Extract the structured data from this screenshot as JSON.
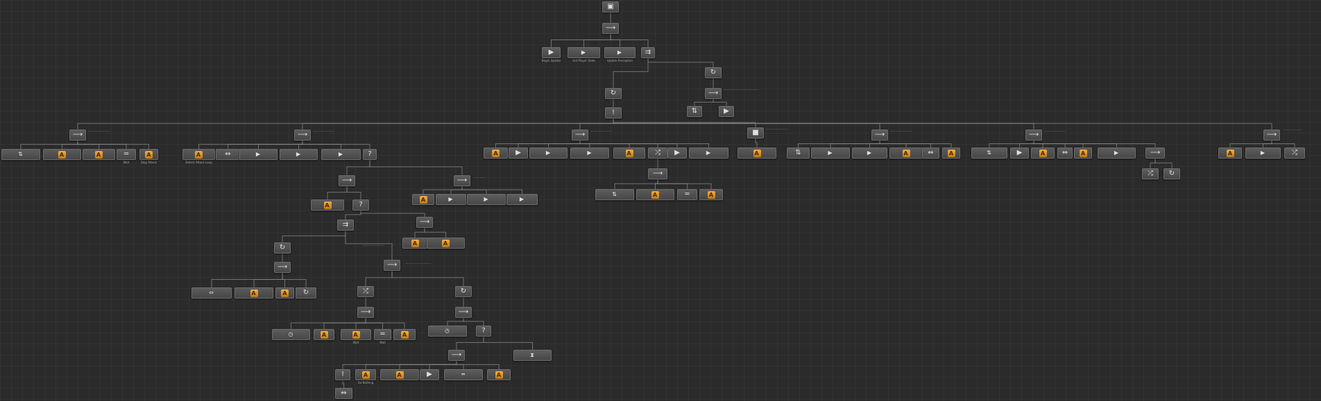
{
  "colors": {
    "background": "#2b2b2b",
    "node": "#555555",
    "wire": "#8a8a8a",
    "action_accent": "#e8a030"
  },
  "nodes": [
    {
      "id": "root",
      "icon": "square-icon",
      "glyph": "▣",
      "label": "",
      "interactable": true
    },
    {
      "id": "seq_top",
      "icon": "sequence-icon",
      "glyph": "⟶",
      "label": ""
    },
    {
      "id": "t1",
      "icon": "play-icon",
      "glyph": "▶",
      "label": "Begin Update"
    },
    {
      "id": "t2",
      "icon": "play-icon",
      "glyph": "▶",
      "label": "Get Player State"
    },
    {
      "id": "t3",
      "icon": "play-icon",
      "glyph": "▶",
      "label": "Update Perception"
    },
    {
      "id": "t4",
      "icon": "parallel-icon",
      "glyph": "⇉",
      "label": ""
    },
    {
      "id": "sel_r",
      "icon": "repeat-icon",
      "glyph": "↻",
      "label": ""
    },
    {
      "id": "rep",
      "icon": "repeat-icon",
      "glyph": "↻",
      "label": ""
    },
    {
      "id": "inv",
      "icon": "inverter-icon",
      "glyph": "!",
      "label": ""
    },
    {
      "id": "seq_r",
      "icon": "sequence-icon",
      "glyph": "⟶",
      "label": ""
    },
    {
      "id": "act_r1",
      "icon": "branch-icon",
      "glyph": "⇅",
      "label": ""
    },
    {
      "id": "act_r2",
      "icon": "play-icon",
      "glyph": "▶",
      "label": ""
    },
    {
      "id": "sel_main",
      "icon": "selector-icon",
      "glyph": "?",
      "label": ""
    },
    {
      "id": "b1",
      "icon": "sequence-icon",
      "glyph": "⟶",
      "label": ""
    },
    {
      "id": "b2",
      "icon": "sequence-icon",
      "glyph": "⟶",
      "label": ""
    },
    {
      "id": "b3",
      "icon": "sequence-icon",
      "glyph": "⟶",
      "label": ""
    },
    {
      "id": "b4",
      "icon": "stop-icon",
      "glyph": "■",
      "label": ""
    },
    {
      "id": "b5",
      "icon": "sequence-icon",
      "glyph": "⟶",
      "label": ""
    },
    {
      "id": "b6",
      "icon": "sequence-icon",
      "glyph": "⟶",
      "label": ""
    },
    {
      "id": "b7",
      "icon": "sequence-icon",
      "glyph": "⟶",
      "label": ""
    },
    {
      "id": "n1a",
      "icon": "branch-icon",
      "glyph": "⇅",
      "label": ""
    },
    {
      "id": "n1b",
      "icon": "action-icon",
      "glyph": "A",
      "label": ""
    },
    {
      "id": "n1c",
      "icon": "action-icon",
      "glyph": "A",
      "label": ""
    },
    {
      "id": "n1d",
      "icon": "wait-icon",
      "glyph": "═",
      "label": "Wait"
    },
    {
      "id": "n1e",
      "icon": "action-icon",
      "glyph": "A",
      "label": "Stop Attack"
    },
    {
      "id": "n2a",
      "icon": "action-icon",
      "glyph": "A",
      "label": "Detect Attack Loop"
    },
    {
      "id": "n2b",
      "icon": "compare-icon",
      "glyph": "⇔",
      "label": ""
    },
    {
      "id": "n2c",
      "icon": "play-icon",
      "glyph": "▶",
      "label": ""
    },
    {
      "id": "n2d",
      "icon": "play-icon",
      "glyph": "▶",
      "label": ""
    },
    {
      "id": "n2e",
      "icon": "play-icon",
      "glyph": "▶",
      "label": ""
    },
    {
      "id": "n2f",
      "icon": "selector-icon",
      "glyph": "?",
      "label": ""
    },
    {
      "id": "n3a",
      "icon": "action-icon",
      "glyph": "A",
      "label": ""
    },
    {
      "id": "n3b",
      "icon": "play-icon",
      "glyph": "▶",
      "label": ""
    },
    {
      "id": "n3c",
      "icon": "play-icon",
      "glyph": "▶",
      "label": ""
    },
    {
      "id": "n3d",
      "icon": "play-icon",
      "glyph": "▶",
      "label": ""
    },
    {
      "id": "n3e",
      "icon": "action-icon",
      "glyph": "A",
      "label": ""
    },
    {
      "id": "n3f",
      "icon": "random-icon",
      "glyph": "⤮",
      "label": ""
    },
    {
      "id": "n3g",
      "icon": "play-icon",
      "glyph": "▶",
      "label": ""
    },
    {
      "id": "n3h",
      "icon": "play-icon",
      "glyph": "▶",
      "label": ""
    },
    {
      "id": "n4a",
      "icon": "action-icon",
      "glyph": "A",
      "label": ""
    },
    {
      "id": "n5a",
      "icon": "branch-icon",
      "glyph": "⇅",
      "label": ""
    },
    {
      "id": "n5b",
      "icon": "play-icon",
      "glyph": "▶",
      "label": ""
    },
    {
      "id": "n5c",
      "icon": "play-icon",
      "glyph": "▶",
      "label": ""
    },
    {
      "id": "n5d",
      "icon": "action-icon",
      "glyph": "A",
      "label": ""
    },
    {
      "id": "n5e",
      "icon": "compare-icon",
      "glyph": "⇔",
      "label": ""
    },
    {
      "id": "n5f",
      "icon": "action-icon",
      "glyph": "A",
      "label": ""
    },
    {
      "id": "n6a",
      "icon": "branch-icon",
      "glyph": "⇅",
      "label": ""
    },
    {
      "id": "n6b",
      "icon": "play-icon",
      "glyph": "▶",
      "label": ""
    },
    {
      "id": "n6c",
      "icon": "action-icon",
      "glyph": "A",
      "label": ""
    },
    {
      "id": "n6d",
      "icon": "compare-icon",
      "glyph": "⇔",
      "label": ""
    },
    {
      "id": "n6e",
      "icon": "action-icon",
      "glyph": "A",
      "label": ""
    },
    {
      "id": "n6f",
      "icon": "play-icon",
      "glyph": "▶",
      "label": ""
    },
    {
      "id": "n6g",
      "icon": "sequence-icon",
      "glyph": "⟶",
      "label": ""
    },
    {
      "id": "n7a",
      "icon": "action-icon",
      "glyph": "A",
      "label": ""
    },
    {
      "id": "n7b",
      "icon": "play-icon",
      "glyph": "▶",
      "label": ""
    },
    {
      "id": "n7c",
      "icon": "random-icon",
      "glyph": "⤮",
      "label": ""
    },
    {
      "id": "s3a",
      "icon": "branch-icon",
      "glyph": "⇅",
      "label": ""
    },
    {
      "id": "s3b",
      "icon": "action-icon",
      "glyph": "A",
      "label": ""
    },
    {
      "id": "s3c",
      "icon": "wait-icon",
      "glyph": "═",
      "label": ""
    },
    {
      "id": "s3d",
      "icon": "action-icon",
      "glyph": "A",
      "label": ""
    },
    {
      "id": "s3seq",
      "icon": "sequence-icon",
      "glyph": "⟶",
      "label": ""
    },
    {
      "id": "s6a",
      "icon": "random-icon",
      "glyph": "⤮",
      "label": ""
    },
    {
      "id": "s6b",
      "icon": "repeat-icon",
      "glyph": "↻",
      "label": ""
    },
    {
      "id": "c1",
      "icon": "sequence-icon",
      "glyph": "⟶",
      "label": ""
    },
    {
      "id": "c2",
      "icon": "sequence-icon",
      "glyph": "⟶",
      "label": ""
    },
    {
      "id": "c1a",
      "icon": "action-icon",
      "glyph": "A",
      "label": ""
    },
    {
      "id": "c1b",
      "icon": "selector-icon",
      "glyph": "?",
      "label": ""
    },
    {
      "id": "c2a",
      "icon": "action-icon",
      "glyph": "A",
      "label": ""
    },
    {
      "id": "c2b",
      "icon": "play-icon",
      "glyph": "▶",
      "label": ""
    },
    {
      "id": "c2c",
      "icon": "play-icon",
      "glyph": "▶",
      "label": ""
    },
    {
      "id": "c2d",
      "icon": "play-icon",
      "glyph": "▶",
      "label": ""
    },
    {
      "id": "d1",
      "icon": "parallel-icon",
      "glyph": "⇉",
      "label": ""
    },
    {
      "id": "d2",
      "icon": "sequence-icon",
      "glyph": "⟶",
      "label": ""
    },
    {
      "id": "d2a",
      "icon": "action-icon",
      "glyph": "A",
      "label": ""
    },
    {
      "id": "d2b",
      "icon": "action-icon",
      "glyph": "A",
      "label": ""
    },
    {
      "id": "e1",
      "icon": "repeat-icon",
      "glyph": "↻",
      "label": ""
    },
    {
      "id": "e1s",
      "icon": "sequence-icon",
      "glyph": "⟶",
      "label": ""
    },
    {
      "id": "e2",
      "icon": "sequence-icon",
      "glyph": "⟶",
      "label": ""
    },
    {
      "id": "e1a",
      "icon": "compare-icon",
      "glyph": "⇔",
      "label": ""
    },
    {
      "id": "e1b",
      "icon": "action-icon",
      "glyph": "A",
      "label": ""
    },
    {
      "id": "e1c",
      "icon": "action-icon",
      "glyph": "A",
      "label": ""
    },
    {
      "id": "e1d",
      "icon": "repeat-icon",
      "glyph": "↻",
      "label": ""
    },
    {
      "id": "f1",
      "icon": "random-icon",
      "glyph": "⤮",
      "label": ""
    },
    {
      "id": "f1s",
      "icon": "sequence-icon",
      "glyph": "⟶",
      "label": ""
    },
    {
      "id": "f2",
      "icon": "repeat-icon",
      "glyph": "↻",
      "label": ""
    },
    {
      "id": "f2s",
      "icon": "sequence-icon",
      "glyph": "⟶",
      "label": ""
    },
    {
      "id": "f1a",
      "icon": "timer-icon",
      "glyph": "◷",
      "label": ""
    },
    {
      "id": "f1b",
      "icon": "action-icon",
      "glyph": "A",
      "label": ""
    },
    {
      "id": "f1c",
      "icon": "action-icon",
      "glyph": "A",
      "label": "Wait"
    },
    {
      "id": "f1d",
      "icon": "wait-icon",
      "glyph": "═",
      "label": "Wait"
    },
    {
      "id": "f1e",
      "icon": "action-icon",
      "glyph": "A",
      "label": ""
    },
    {
      "id": "g1",
      "icon": "timer-icon",
      "glyph": "◷",
      "label": ""
    },
    {
      "id": "g2",
      "icon": "selector-icon",
      "glyph": "?",
      "label": ""
    },
    {
      "id": "g2s",
      "icon": "sequence-icon",
      "glyph": "⟶",
      "label": ""
    },
    {
      "id": "g3",
      "icon": "hourglass-icon",
      "glyph": "⧗",
      "label": ""
    },
    {
      "id": "h1",
      "icon": "inverter-icon",
      "glyph": "!",
      "label": ""
    },
    {
      "id": "h1a",
      "icon": "compare-icon",
      "glyph": "⇔",
      "label": ""
    },
    {
      "id": "h2",
      "icon": "action-icon",
      "glyph": "A",
      "label": "Do Nothing"
    },
    {
      "id": "h3",
      "icon": "action-icon",
      "glyph": "A",
      "label": ""
    },
    {
      "id": "h4",
      "icon": "play-icon",
      "glyph": "▶",
      "label": ""
    },
    {
      "id": "h5",
      "icon": "wait-icon",
      "glyph": "═",
      "label": ""
    },
    {
      "id": "h6",
      "icon": "action-icon",
      "glyph": "A",
      "label": ""
    }
  ],
  "edges": [
    [
      "root",
      "seq_top"
    ],
    [
      "seq_top",
      "t1"
    ],
    [
      "seq_top",
      "t2"
    ],
    [
      "seq_top",
      "t3"
    ],
    [
      "seq_top",
      "t4"
    ],
    [
      "t4",
      "sel_r"
    ],
    [
      "t4",
      "rep"
    ],
    [
      "sel_r",
      "seq_r"
    ],
    [
      "seq_r",
      "act_r1"
    ],
    [
      "seq_r",
      "act_r2"
    ],
    [
      "rep",
      "inv"
    ],
    [
      "inv",
      "b1"
    ],
    [
      "inv",
      "b2"
    ],
    [
      "inv",
      "b3"
    ],
    [
      "inv",
      "b4"
    ],
    [
      "inv",
      "b5"
    ],
    [
      "inv",
      "b6"
    ],
    [
      "inv",
      "b7"
    ],
    [
      "b1",
      "n1a"
    ],
    [
      "b1",
      "n1b"
    ],
    [
      "b1",
      "n1c"
    ],
    [
      "b1",
      "n1d"
    ],
    [
      "b1",
      "n1e"
    ],
    [
      "b2",
      "n2a"
    ],
    [
      "b2",
      "n2b"
    ],
    [
      "b2",
      "n2c"
    ],
    [
      "b2",
      "n2d"
    ],
    [
      "b2",
      "n2e"
    ],
    [
      "b2",
      "n2f"
    ],
    [
      "b3",
      "n3a"
    ],
    [
      "b3",
      "n3b"
    ],
    [
      "b3",
      "n3c"
    ],
    [
      "b3",
      "n3d"
    ],
    [
      "b3",
      "n3e"
    ],
    [
      "b3",
      "n3f"
    ],
    [
      "b3",
      "n3g"
    ],
    [
      "b3",
      "n3h"
    ],
    [
      "b4",
      "n4a"
    ],
    [
      "b5",
      "n5a"
    ],
    [
      "b5",
      "n5b"
    ],
    [
      "b5",
      "n5c"
    ],
    [
      "b5",
      "n5d"
    ],
    [
      "b5",
      "n5e"
    ],
    [
      "b5",
      "n5f"
    ],
    [
      "b6",
      "n6a"
    ],
    [
      "b6",
      "n6b"
    ],
    [
      "b6",
      "n6c"
    ],
    [
      "b6",
      "n6d"
    ],
    [
      "b6",
      "n6e"
    ],
    [
      "b6",
      "n6f"
    ],
    [
      "b6",
      "n6g"
    ],
    [
      "b7",
      "n7a"
    ],
    [
      "b7",
      "n7b"
    ],
    [
      "b7",
      "n7c"
    ],
    [
      "n3f",
      "s3seq"
    ],
    [
      "s3seq",
      "s3a"
    ],
    [
      "s3seq",
      "s3b"
    ],
    [
      "s3seq",
      "s3c"
    ],
    [
      "s3seq",
      "s3d"
    ],
    [
      "n6g",
      "s6a"
    ],
    [
      "n6g",
      "s6b"
    ],
    [
      "n2f",
      "c1"
    ],
    [
      "n2f",
      "c2"
    ],
    [
      "c1",
      "c1a"
    ],
    [
      "c1",
      "c1b"
    ],
    [
      "c2",
      "c2a"
    ],
    [
      "c2",
      "c2b"
    ],
    [
      "c2",
      "c2c"
    ],
    [
      "c2",
      "c2d"
    ],
    [
      "c1b",
      "d1"
    ],
    [
      "c1b",
      "d2"
    ],
    [
      "d2",
      "d2a"
    ],
    [
      "d2",
      "d2b"
    ],
    [
      "d1",
      "e1"
    ],
    [
      "d1",
      "e2"
    ],
    [
      "e1",
      "e1s"
    ],
    [
      "e1s",
      "e1a"
    ],
    [
      "e1s",
      "e1b"
    ],
    [
      "e1s",
      "e1c"
    ],
    [
      "e1s",
      "e1d"
    ],
    [
      "e2",
      "f1"
    ],
    [
      "e2",
      "f2"
    ],
    [
      "f1",
      "f1s"
    ],
    [
      "f1s",
      "f1a"
    ],
    [
      "f1s",
      "f1b"
    ],
    [
      "f1s",
      "f1c"
    ],
    [
      "f1s",
      "f1d"
    ],
    [
      "f1s",
      "f1e"
    ],
    [
      "f2",
      "f2s"
    ],
    [
      "f2s",
      "g1"
    ],
    [
      "f2s",
      "g2"
    ],
    [
      "g2",
      "g2s"
    ],
    [
      "g2",
      "g3"
    ],
    [
      "g2s",
      "h1"
    ],
    [
      "g2s",
      "h2"
    ],
    [
      "g2s",
      "h3"
    ],
    [
      "g2s",
      "h4"
    ],
    [
      "g2s",
      "h5"
    ],
    [
      "g2s",
      "h6"
    ],
    [
      "h1",
      "h1a"
    ]
  ]
}
